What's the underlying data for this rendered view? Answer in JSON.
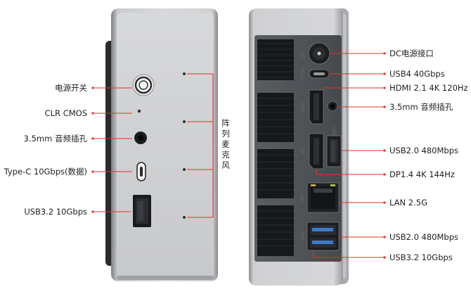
{
  "left_labels": [
    {
      "id": "power",
      "text": "电源开关"
    },
    {
      "id": "clr",
      "text": "CLR CMOS"
    },
    {
      "id": "audio",
      "text": "3.5mm 音频插孔"
    },
    {
      "id": "typec",
      "text": "Type-C 10Gbps(数据)"
    },
    {
      "id": "usb32",
      "text": "USB3.2 10Gbps"
    }
  ],
  "mic_array_label": "阵列麦克风",
  "right_labels": [
    {
      "id": "dc",
      "text": "DC电源接口"
    },
    {
      "id": "usb4",
      "text": "USB4 40Gbps"
    },
    {
      "id": "hdmi",
      "text": "HDMI 2.1 4K 120Hz"
    },
    {
      "id": "audio2",
      "text": "3.5mm 音频插孔"
    },
    {
      "id": "usb20a",
      "text": "USB2.0 480Mbps"
    },
    {
      "id": "dp",
      "text": "DP1.4 4K 144Hz"
    },
    {
      "id": "lan",
      "text": "LAN 2.5G"
    },
    {
      "id": "usb20b",
      "text": "USB2.0 480Mbps"
    },
    {
      "id": "usb32b",
      "text": "USB3.2 10Gbps"
    }
  ],
  "port_marks": {
    "dc": "DC",
    "usbc": "USB-C",
    "hdmi": "HDMI",
    "usb": "USB",
    "dp": "DP",
    "lan": "LAN",
    "usb_bottom": "USB"
  },
  "colors": {
    "callout": "#e0312b",
    "chassis_light": "#e8e8e8",
    "chassis_dark": "#8a8a8a",
    "panel": "#4c4f53",
    "vent": "#17181a"
  }
}
